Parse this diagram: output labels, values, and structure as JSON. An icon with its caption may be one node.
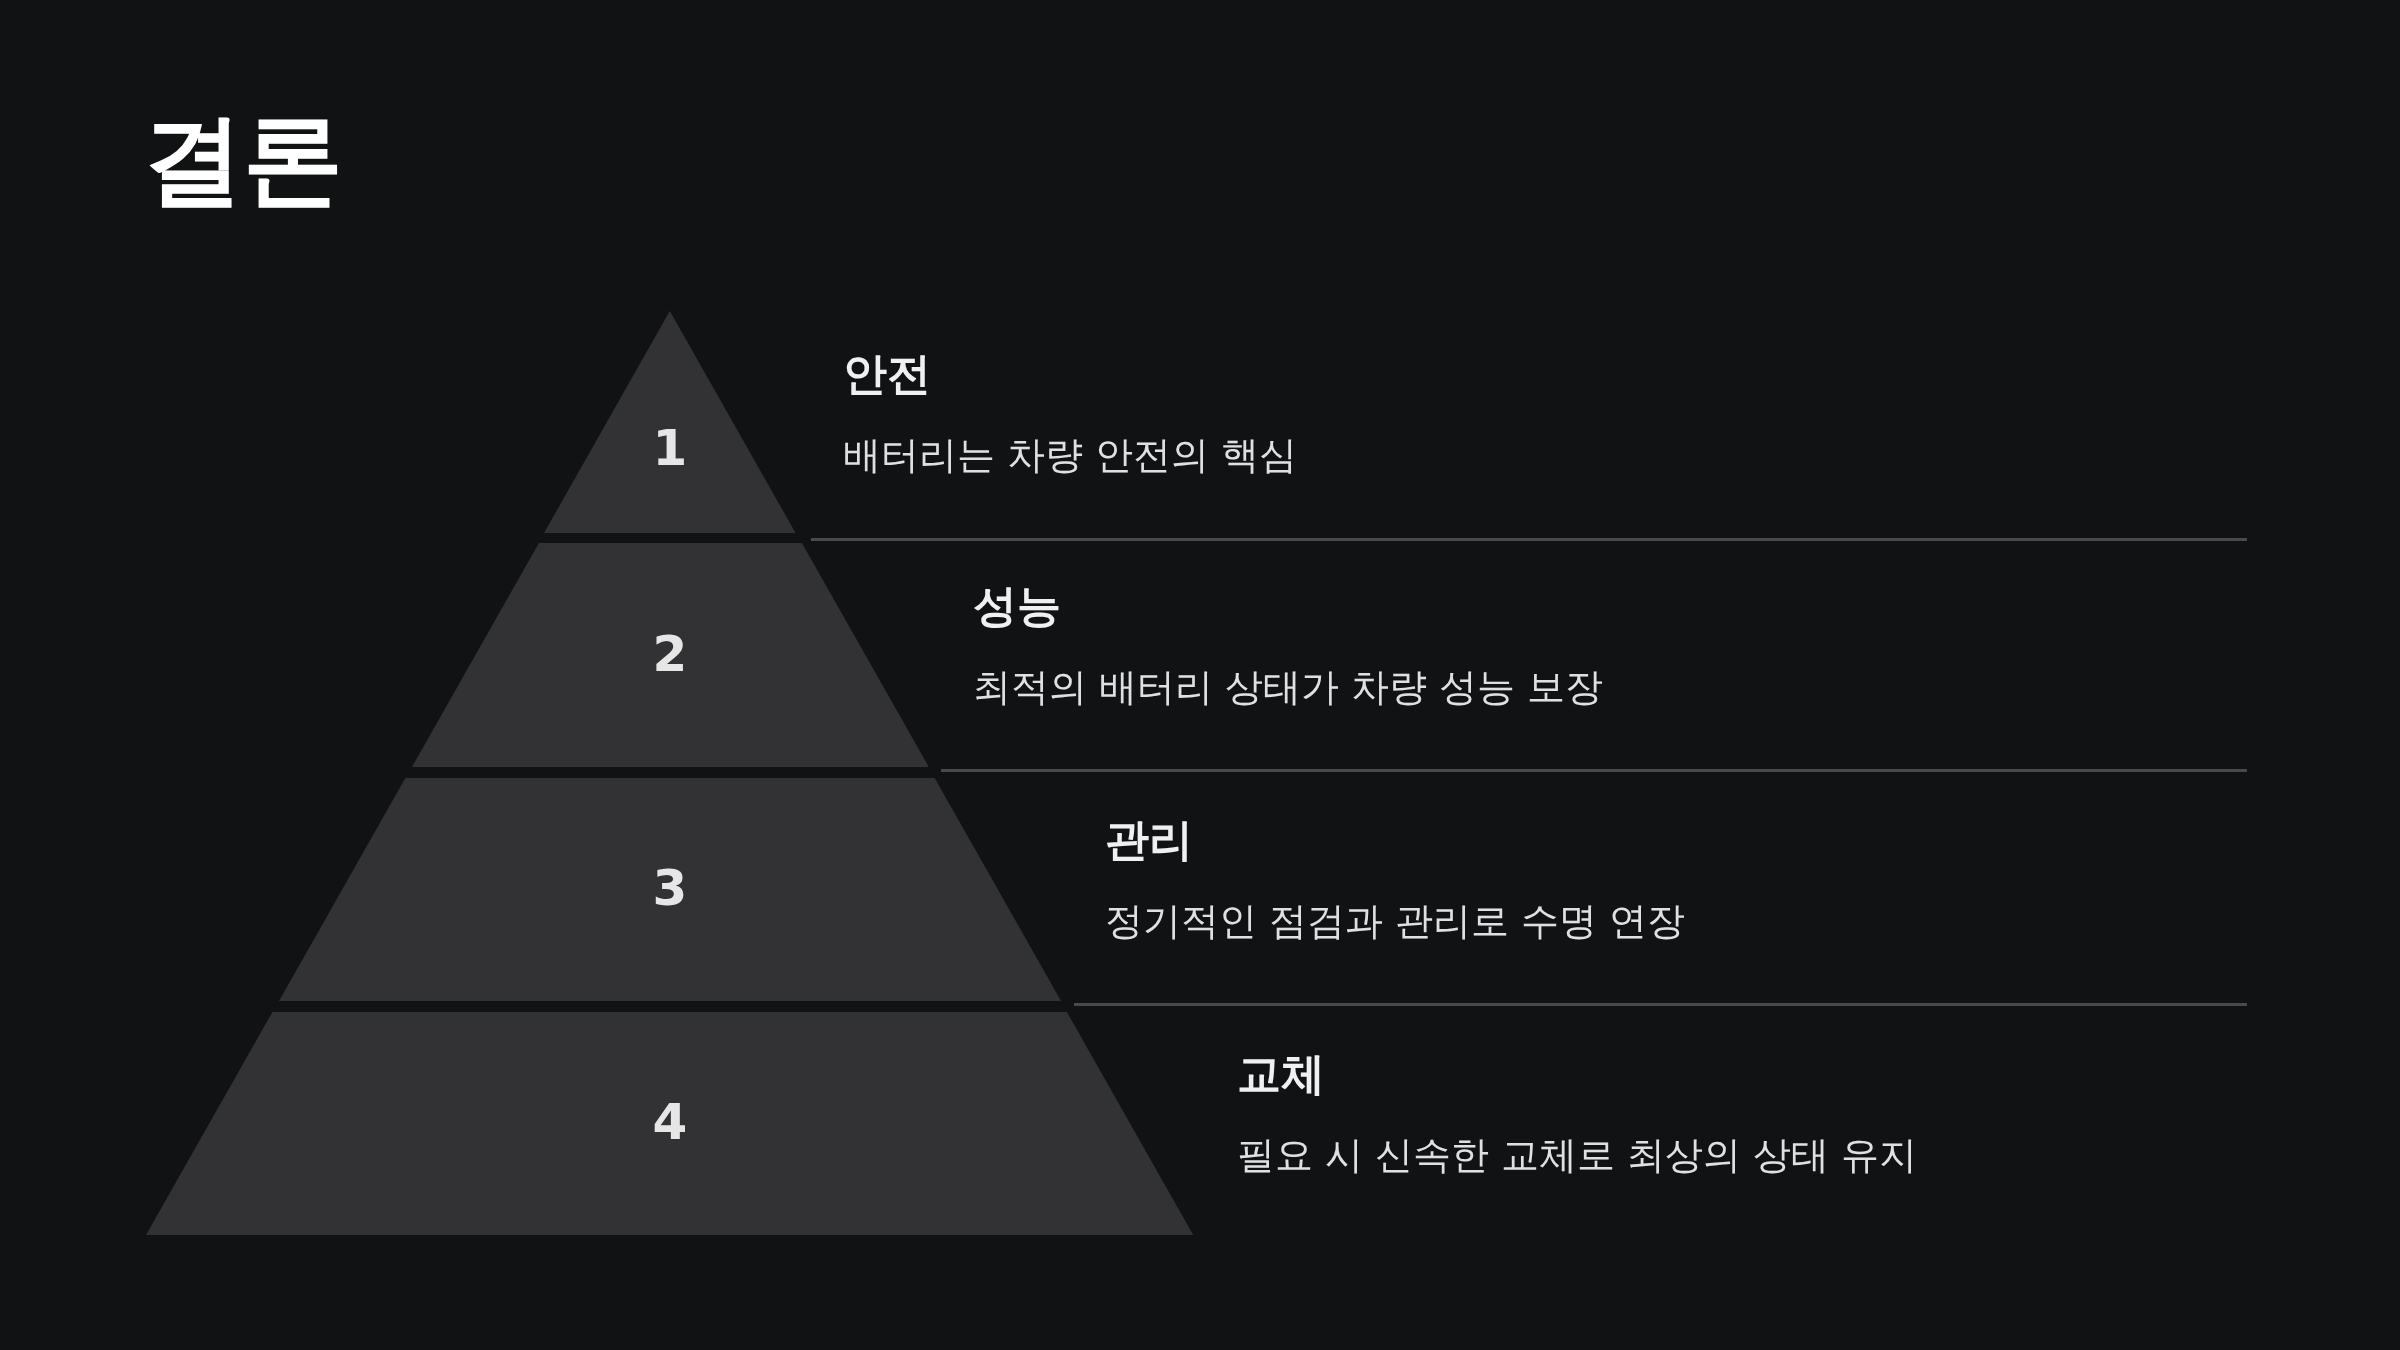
{
  "diagram": {
    "title": "결론",
    "nodes": [
      {
        "text": [
          "1"
        ],
        "beside": [
          "안전",
          "배터리는 차량 안전의 핵심"
        ]
      },
      {
        "text": [
          "2"
        ],
        "beside": [
          "성능",
          "최적의 배터리 상태가 차량 성능 보장"
        ]
      },
      {
        "text": [
          "3"
        ],
        "beside": [
          "관리",
          "정기적인 점검과 관리로 수명 연장"
        ]
      },
      {
        "text": [
          "4"
        ],
        "beside": [
          "교체",
          "필요 시 신속한 교체로 최상의 상태 유지"
        ]
      }
    ],
    "edges": []
  }
}
